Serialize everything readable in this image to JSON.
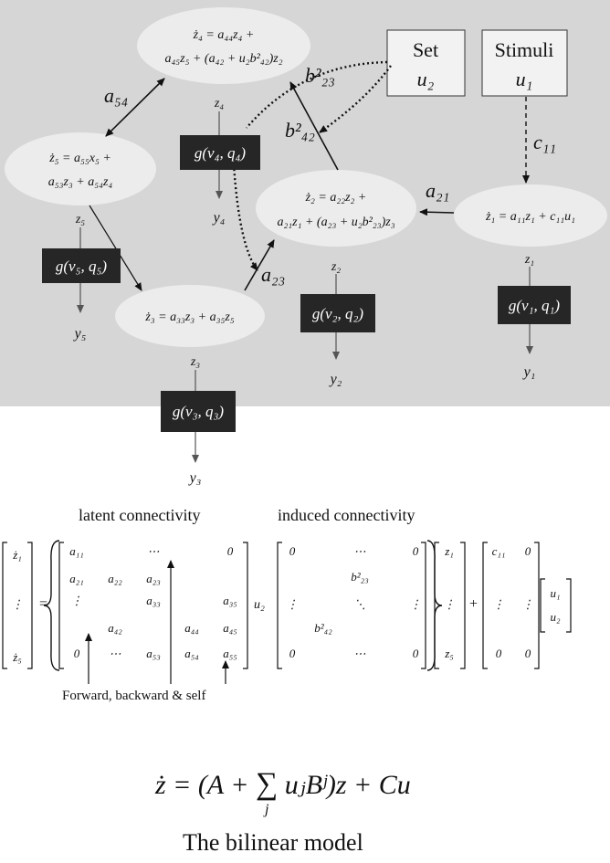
{
  "nodes": [
    {
      "id": "z4",
      "line1": "ż₄ = a₄₄z₄ +",
      "line2": "a₄₅z₅ + (a₄₂ + u₂b²₄₂)z₂",
      "out_label": "z₄",
      "g_label": "g(v₄, q₄)",
      "y_label": "y₄"
    },
    {
      "id": "z5",
      "line1": "ż₅ = a₅₅x₅ +",
      "line2": "a₅₃z₃ + a₅₄z₄",
      "out_label": "z₅",
      "g_label": "g(v₅, q₅)",
      "y_label": "y₅"
    },
    {
      "id": "z2",
      "line1": "ż₂ = a₂₂z₂ +",
      "line2": "a₂₁z₁ + (a₂₃ + u₂b²₂₃)z₃",
      "out_label": "z₂",
      "g_label": "g(v₂, q₂)",
      "y_label": "y₂"
    },
    {
      "id": "z3",
      "line1": "ż₃ = a₃₃z₃ + a₃₅z₅",
      "line2": "",
      "out_label": "z₃",
      "g_label": "g(v₃, q₃)",
      "y_label": "y₃"
    },
    {
      "id": "z1",
      "line1": "ż₁ = a₁₁z₁ + c₁₁u₁",
      "line2": "",
      "out_label": "z₁",
      "g_label": "g(v₁, q₁)",
      "y_label": "y₁"
    }
  ],
  "inputs": [
    {
      "id": "set",
      "title": "Set",
      "var": "u₂"
    },
    {
      "id": "stimuli",
      "title": "Stimuli",
      "var": "u₁"
    }
  ],
  "edge_labels": {
    "a54": "a₅₄",
    "a23": "a₂₃",
    "a21": "a₂₁",
    "c11": "c₁₁",
    "b23": "b²₂₃",
    "b42": "b²₄₂"
  },
  "captions": {
    "latent": "latent connectivity",
    "induced": "induced connectivity",
    "forward": "Forward, backward & self"
  },
  "matrix": {
    "zdot": [
      "ż₁",
      "⋮",
      "ż₅"
    ],
    "A_cells": [
      "a₁₁",
      "⋯",
      "0",
      "a₂₁",
      "a₂₂",
      "a₂₃",
      "⋮",
      "a₃₃",
      "a₃₅",
      "a₄₂",
      "a₄₄",
      "a₄₅",
      "0",
      "⋯",
      "a₅₃",
      "a₅₄",
      "a₅₅"
    ],
    "u2": "u₂",
    "B_cells": [
      "0",
      "⋯",
      "0",
      "b²₂₃",
      "⋮",
      "⋱",
      "⋮",
      "b²₄₂",
      "0",
      "⋯",
      "0"
    ],
    "z": [
      "z₁",
      "⋮",
      "z₅"
    ],
    "C_cells": [
      "c₁₁",
      "0",
      "⋮",
      "⋮",
      "0",
      "0"
    ],
    "u": [
      "u₁",
      "u₂"
    ],
    "eq": "=",
    "plus": "+"
  },
  "equation": "ż = (A + Σⱼ uⱼBʲ)z + Cu",
  "equation_parts": {
    "lhs": "ż = (A +",
    "sum": "∑",
    "sum_index": "j",
    "rhs": "uⱼBʲ)z + Cu"
  },
  "title": "The bilinear model",
  "colors": {
    "panel": "#d6d6d6",
    "node": "#ececec",
    "gbox": "#262626",
    "input_box": "#f2f2f2"
  }
}
